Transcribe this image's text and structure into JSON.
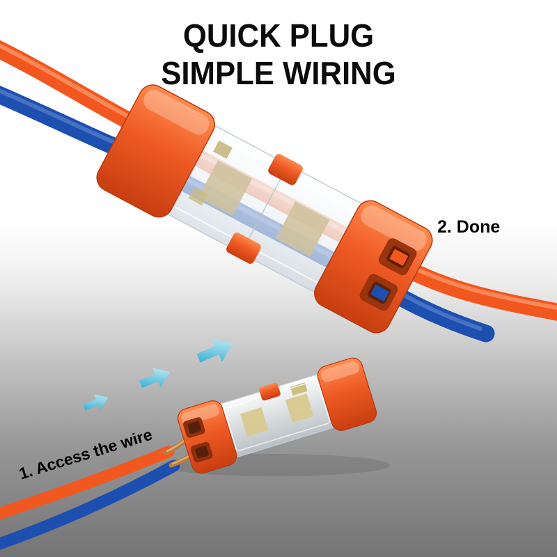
{
  "title": {
    "line1": "QUICK PLUG",
    "line2": "SIMPLE WIRING"
  },
  "annotations": {
    "step1": "1. Access the wire",
    "step2": "2. Done"
  },
  "objects": {
    "large_connector": "quick-plug wire connector with orange end caps and transparent body, installed on one orange and one blue wire",
    "small_connector": "same connector shown smaller with two stripped copper wire ends about to be inserted",
    "arrows": "three cyan arrows pointing toward the connector insertion direction"
  },
  "colors": {
    "wire_orange": "#f2571f",
    "wire_blue": "#1d4fb0",
    "connector_orange": "#ee5a24",
    "copper": "#b97c3f",
    "arrow_cyan": "#2fb3d9",
    "background_top": "#ffffff",
    "background_bottom": "#747474",
    "text": "#0c0c0c"
  }
}
